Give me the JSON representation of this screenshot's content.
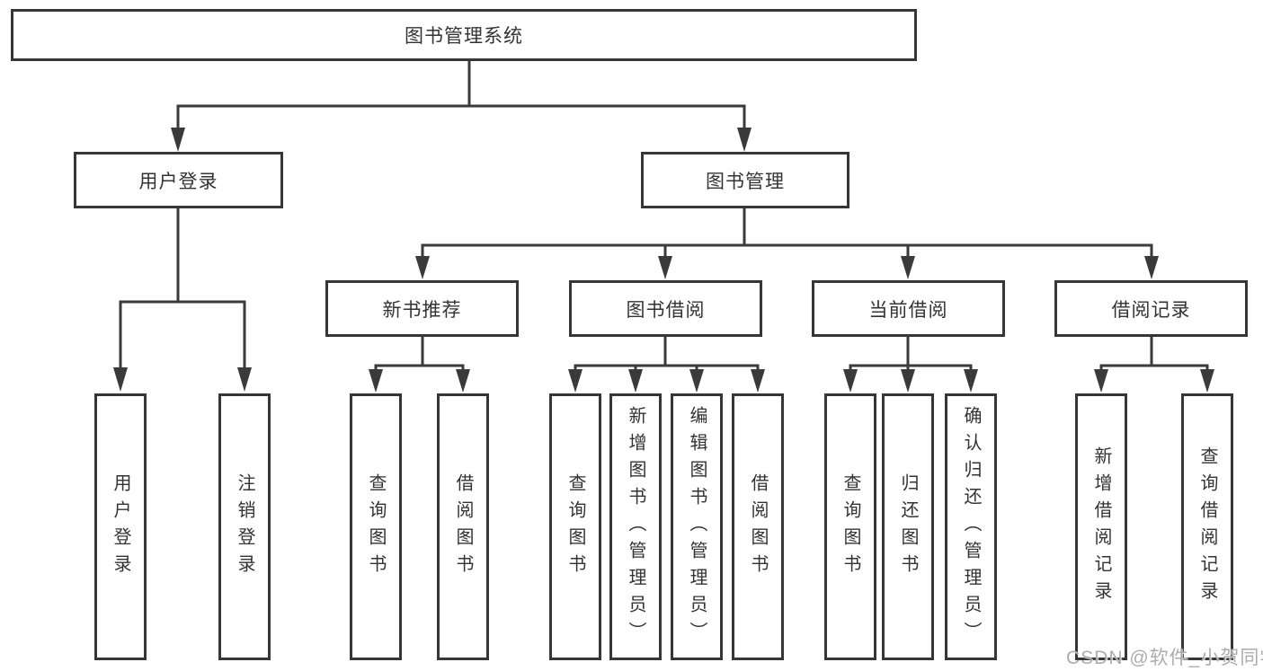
{
  "diagram": {
    "root": {
      "label": "图书管理系统"
    },
    "level2": [
      {
        "id": "user-login-group",
        "label": "用户登录"
      },
      {
        "id": "book-management",
        "label": "图书管理"
      }
    ],
    "level3": [
      {
        "id": "new-book-recommend",
        "label": "新书推荐"
      },
      {
        "id": "book-borrowing",
        "label": "图书借阅"
      },
      {
        "id": "current-borrowing",
        "label": "当前借阅"
      },
      {
        "id": "borrowing-records",
        "label": "借阅记录"
      }
    ],
    "leaves": [
      {
        "id": "user-login",
        "parent": "用户登录",
        "label": "用户登录"
      },
      {
        "id": "logout",
        "parent": "用户登录",
        "label": "注销登录"
      },
      {
        "id": "query-books-1",
        "parent": "新书推荐",
        "label": "查询图书"
      },
      {
        "id": "borrow-books-1",
        "parent": "新书推荐",
        "label": "借阅图书"
      },
      {
        "id": "query-books-2",
        "parent": "图书借阅",
        "label": "查询图书"
      },
      {
        "id": "add-books-admin",
        "parent": "图书借阅",
        "label": "新增图书（管理员）"
      },
      {
        "id": "edit-books-admin",
        "parent": "图书借阅",
        "label": "编辑图书（管理员）"
      },
      {
        "id": "borrow-books-2",
        "parent": "图书借阅",
        "label": "借阅图书"
      },
      {
        "id": "query-books-3",
        "parent": "当前借阅",
        "label": "查询图书"
      },
      {
        "id": "return-books",
        "parent": "当前借阅",
        "label": "归还图书"
      },
      {
        "id": "confirm-return-admin",
        "parent": "当前借阅",
        "label": "确认归还（管理员）"
      },
      {
        "id": "add-borrow-record",
        "parent": "借阅记录",
        "label": "新增借阅记录"
      },
      {
        "id": "query-borrow-record",
        "parent": "借阅记录",
        "label": "查询借阅记录"
      }
    ],
    "colors": {
      "line": "#3a3a3a",
      "border": "#363636",
      "text": "#333333",
      "background": "#ffffff",
      "watermark": "#a8a8a8"
    }
  },
  "watermark": {
    "text": "CSDN @软件_小贺同学"
  }
}
